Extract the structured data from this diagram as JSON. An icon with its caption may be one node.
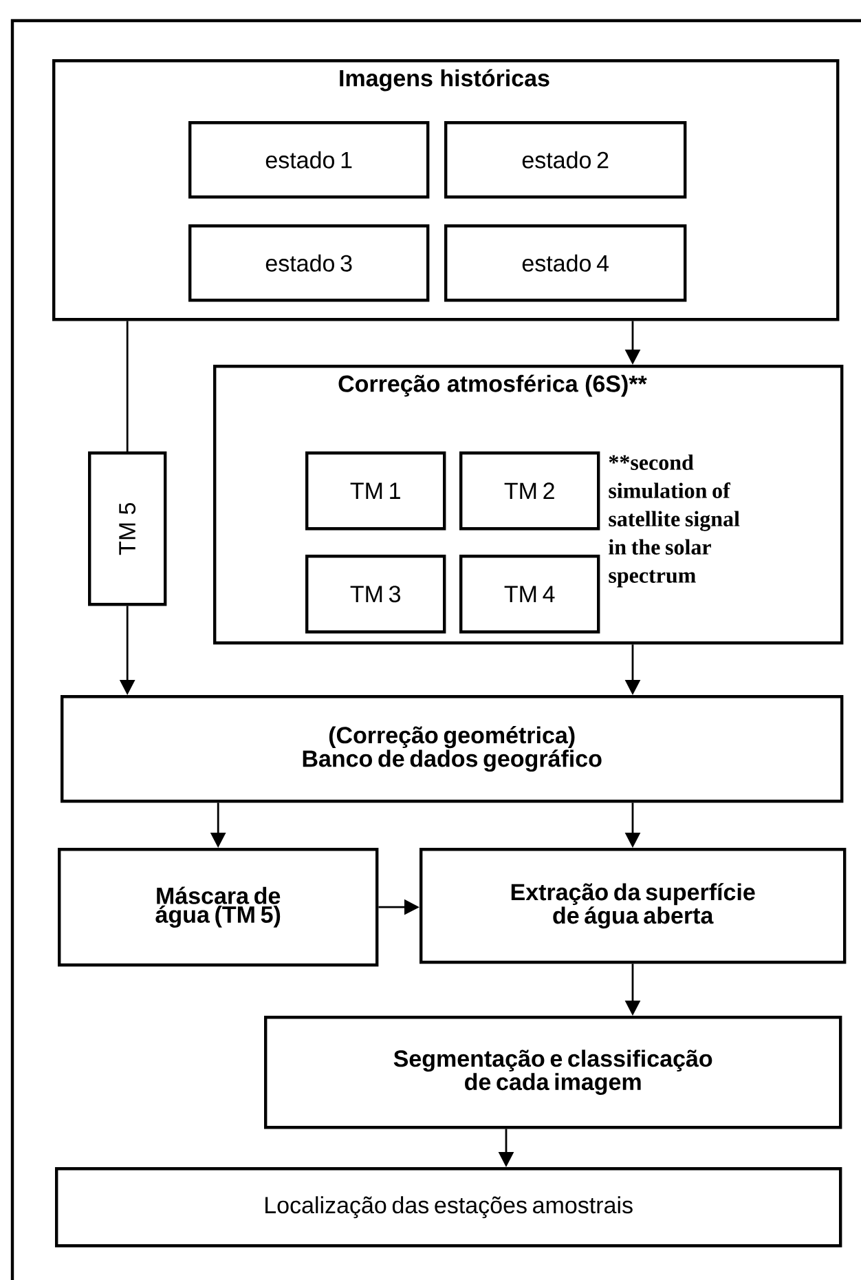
{
  "diagram": {
    "nodes": [
      {
        "text": [
          "Imagens históricas"
        ]
      },
      {
        "text": [
          "estado 1"
        ],
        "in": 0
      },
      {
        "text": [
          "estado 2"
        ],
        "in": 0
      },
      {
        "text": [
          "estado 3"
        ],
        "in": 0
      },
      {
        "text": [
          "estado 4"
        ],
        "in": 0
      },
      {
        "text": [
          "TM 5"
        ]
      },
      {
        "text": [
          "Correção atmosférica (6S)**",
          "**second simulation of satellite signal in the solar spectrum"
        ]
      },
      {
        "text": [
          "TM 1"
        ],
        "in": 6
      },
      {
        "text": [
          "TM 2"
        ],
        "in": 6
      },
      {
        "text": [
          "TM 3"
        ],
        "in": 6
      },
      {
        "text": [
          "TM 4"
        ],
        "in": 6
      },
      {
        "text": [
          "(Correção geométrica)",
          "Banco de dados geográfico"
        ]
      },
      {
        "text": [
          "Máscara de água (TM 5)"
        ]
      },
      {
        "text": [
          "Extração da superfície de água aberta"
        ]
      },
      {
        "text": [
          "Segmentação e classificação de cada imagem"
        ]
      },
      {
        "text": [
          "Localização das estações amostrais"
        ]
      }
    ],
    "edges": [
      {
        "from": 0,
        "to": 6,
        "arrow": "to"
      },
      {
        "from": 0,
        "to": 5,
        "arrow": "none"
      },
      {
        "from": 5,
        "to": 11,
        "arrow": "to"
      },
      {
        "from": 6,
        "to": 11,
        "arrow": "to"
      },
      {
        "from": 11,
        "to": 12,
        "arrow": "to"
      },
      {
        "from": 11,
        "to": 13,
        "arrow": "to"
      },
      {
        "from": 12,
        "to": 13,
        "arrow": "to"
      },
      {
        "from": 13,
        "to": 14,
        "arrow": "to"
      },
      {
        "from": 14,
        "to": 15,
        "arrow": "to"
      }
    ]
  }
}
